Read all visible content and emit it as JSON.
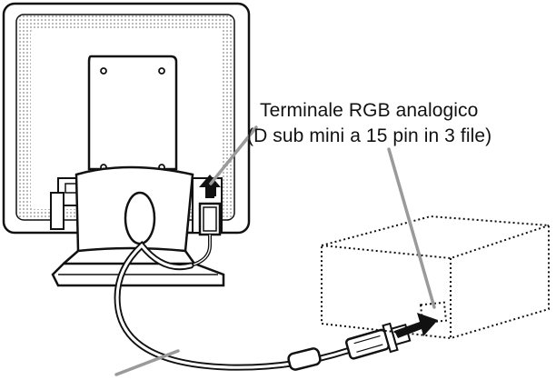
{
  "callout": {
    "line1": "Terminale RGB analogico",
    "line2": "(D sub mini a 15 pin in 3 file)"
  },
  "colors": {
    "outline": "#111111",
    "leader": "#9a9a9a",
    "dots": "#8a8a8a",
    "background": "#ffffff"
  },
  "icons": [
    "monitor-back-illustration",
    "stand-illustration",
    "vga-cable",
    "computer-box",
    "insert-arrow-icon"
  ]
}
